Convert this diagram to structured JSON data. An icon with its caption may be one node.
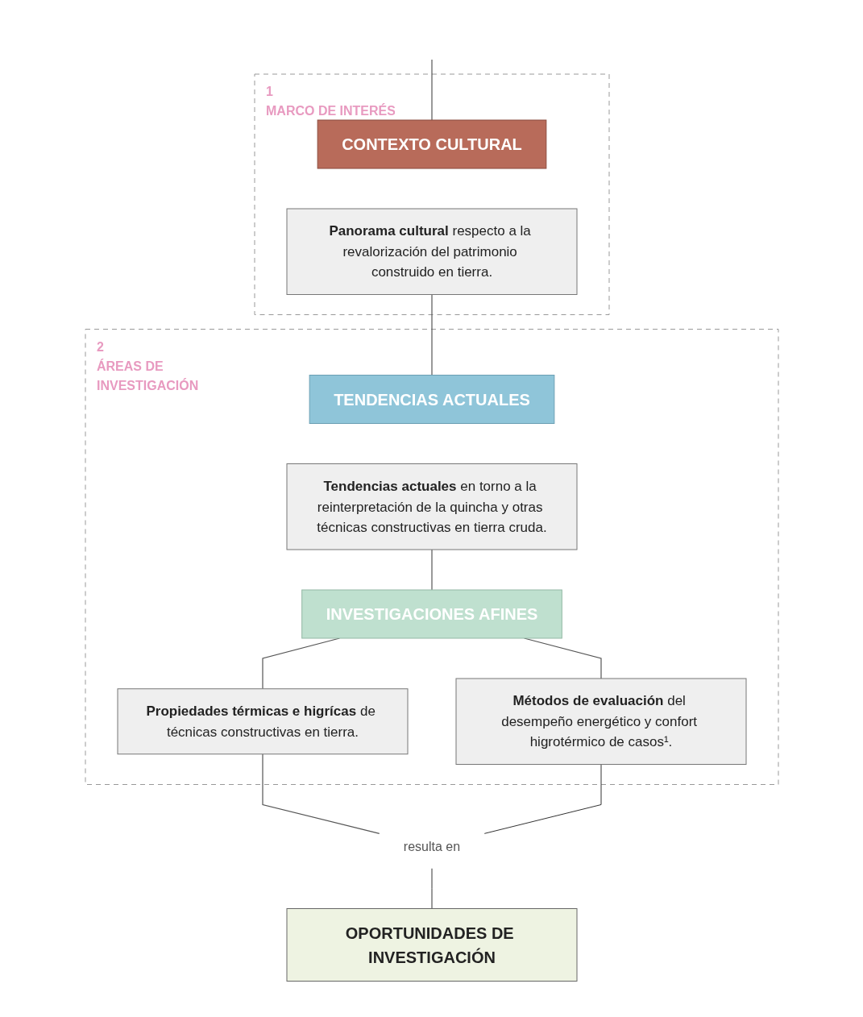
{
  "diagram": {
    "nodes": [
      {
        "text": [
          "1",
          "MARCO DE INTERÉS"
        ]
      },
      {
        "text": [
          "CONTEXTO CULTURAL"
        ],
        "in": 0
      },
      {
        "text": [
          "**Panorama cultural** respecto a la revalorización del patrimonio construido en tierra."
        ],
        "in": 0
      },
      {
        "text": [
          "2",
          "ÁREAS DE INVESTIGACIÓN"
        ]
      },
      {
        "text": [
          "TENDENCIAS ACTUALES"
        ],
        "in": 3
      },
      {
        "text": [
          "**Tendencias actuales** en torno a la reinterpretación de la quincha y otras técnicas constructivas en tierra cruda."
        ],
        "in": 3
      },
      {
        "text": [
          "INVESTIGACIONES AFINES"
        ],
        "in": 3
      },
      {
        "text": [
          "**Propiedades térmicas e higrícas** de técnicas constructivas en tierra."
        ],
        "in": 3
      },
      {
        "text": [
          "**Métodos de evaluación** del desempeño energético y confort higrotérmico de casos¹."
        ],
        "in": 3
      },
      {
        "text": [
          "resulta en"
        ]
      },
      {
        "text": [
          "OPORTUNIDADES DE INVESTIGACIÓN"
        ]
      }
    ],
    "edges": [
      {
        "from": null,
        "to": 1,
        "arrow": "none"
      },
      {
        "from": 2,
        "to": 4,
        "arrow": "none"
      },
      {
        "from": 5,
        "to": 6,
        "arrow": "none"
      },
      {
        "from": 6,
        "to": 7,
        "arrow": "none"
      },
      {
        "from": 6,
        "to": 8,
        "arrow": "none"
      },
      {
        "from": 7,
        "to": 9,
        "arrow": "none"
      },
      {
        "from": 8,
        "to": 9,
        "arrow": "none"
      },
      {
        "from": 9,
        "to": 10,
        "arrow": "none"
      }
    ]
  }
}
